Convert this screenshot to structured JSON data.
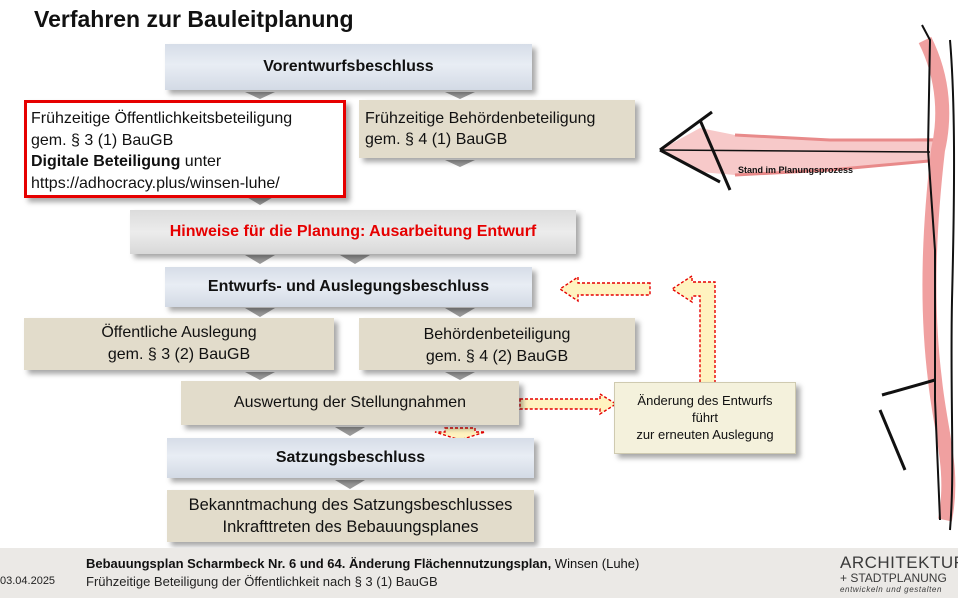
{
  "title": "Verfahren zur Bauleitplanung",
  "steps": {
    "vorentwurf": "Vorentwurfsbeschluss",
    "oeff_early_1": "Frühzeitige Öffentlichkeitsbeteiligung",
    "oeff_early_2": "gem. § 3 (1) BauGB",
    "oeff_early_3_bold": "Digitale Beteiligung",
    "oeff_early_3_rest": " unter",
    "oeff_early_4": "https://adhocracy.plus/winsen-luhe/",
    "beh_early_1": "Frühzeitige Behördenbeteiligung",
    "beh_early_2": "gem. § 4 (1) BauGB",
    "hinweise": "Hinweise für die Planung: Ausarbeitung Entwurf",
    "entwurf": "Entwurfs- und Auslegungsbeschluss",
    "oeff_ausl_1": "Öffentliche Auslegung",
    "oeff_ausl_2": "gem. § 3 (2) BauGB",
    "beh_2_1": "Behördenbeteiligung",
    "beh_2_2": "gem. § 4 (2) BauGB",
    "auswertung": "Auswertung der Stellungnahmen",
    "aenderung_1": "Änderung des Entwurfs",
    "aenderung_2": "führt",
    "aenderung_3": "zur erneuten Auslegung",
    "satzung": "Satzungsbeschluss",
    "bekannt_1": "Bekanntmachung des Satzungsbeschlusses",
    "bekannt_2": "Inkrafttreten des Bebauungsplanes"
  },
  "stand_label": "Stand im Planungsprozess",
  "footer": {
    "date": "03.04.2025",
    "line1_bold": "Bebauungsplan Scharmbeck Nr. 6 und 64. Änderung Flächennutzungsplan,",
    "line1_rest": " Winsen (Luhe)",
    "line2": "Frühzeitige Beteiligung der Öffentlichkeit nach § 3 (1) BauGB",
    "logo_1": "ARCHITEKTUR",
    "logo_2": "+ STADTPLANUNG",
    "logo_3": "entwickeln und gestalten"
  },
  "colors": {
    "highlight_red": "#e60000",
    "box_blue": "#d6dde8",
    "box_beige": "#e2dccb",
    "arrow_fill": "#fff3c0",
    "arrow_stroke": "#e60000"
  }
}
